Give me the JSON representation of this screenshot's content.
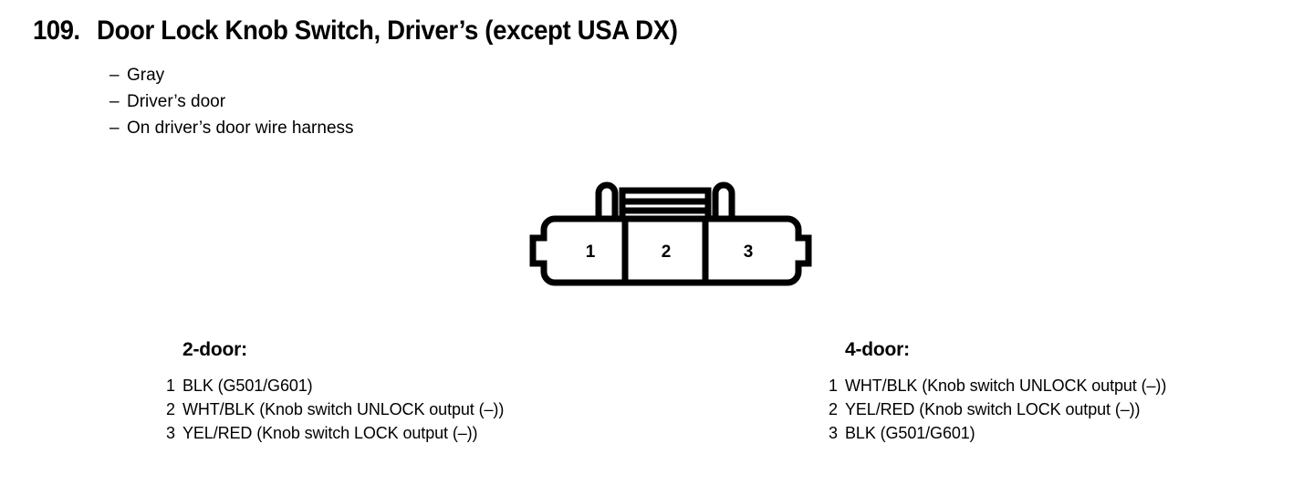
{
  "title": {
    "number": "109.",
    "text": "Door Lock Knob Switch, Driver’s (except USA DX)"
  },
  "attributes": {
    "dash": "–",
    "items": [
      "Gray",
      "Driver’s door",
      "On driver’s door wire harness"
    ]
  },
  "connector": {
    "cavity_labels": [
      "1",
      "2",
      "3"
    ]
  },
  "columns": [
    {
      "heading": "2-door:",
      "pins": [
        {
          "number": "1",
          "label": "BLK (G501/G601)"
        },
        {
          "number": "2",
          "label": "WHT/BLK (Knob switch UNLOCK output (–))"
        },
        {
          "number": "3",
          "label": "YEL/RED (Knob switch LOCK output (–))"
        }
      ]
    },
    {
      "heading": "4-door:",
      "pins": [
        {
          "number": "1",
          "label": "WHT/BLK (Knob switch UNLOCK output (–))"
        },
        {
          "number": "2",
          "label": "YEL/RED (Knob switch LOCK output (–))"
        },
        {
          "number": "3",
          "label": "BLK (G501/G601)"
        }
      ]
    }
  ]
}
